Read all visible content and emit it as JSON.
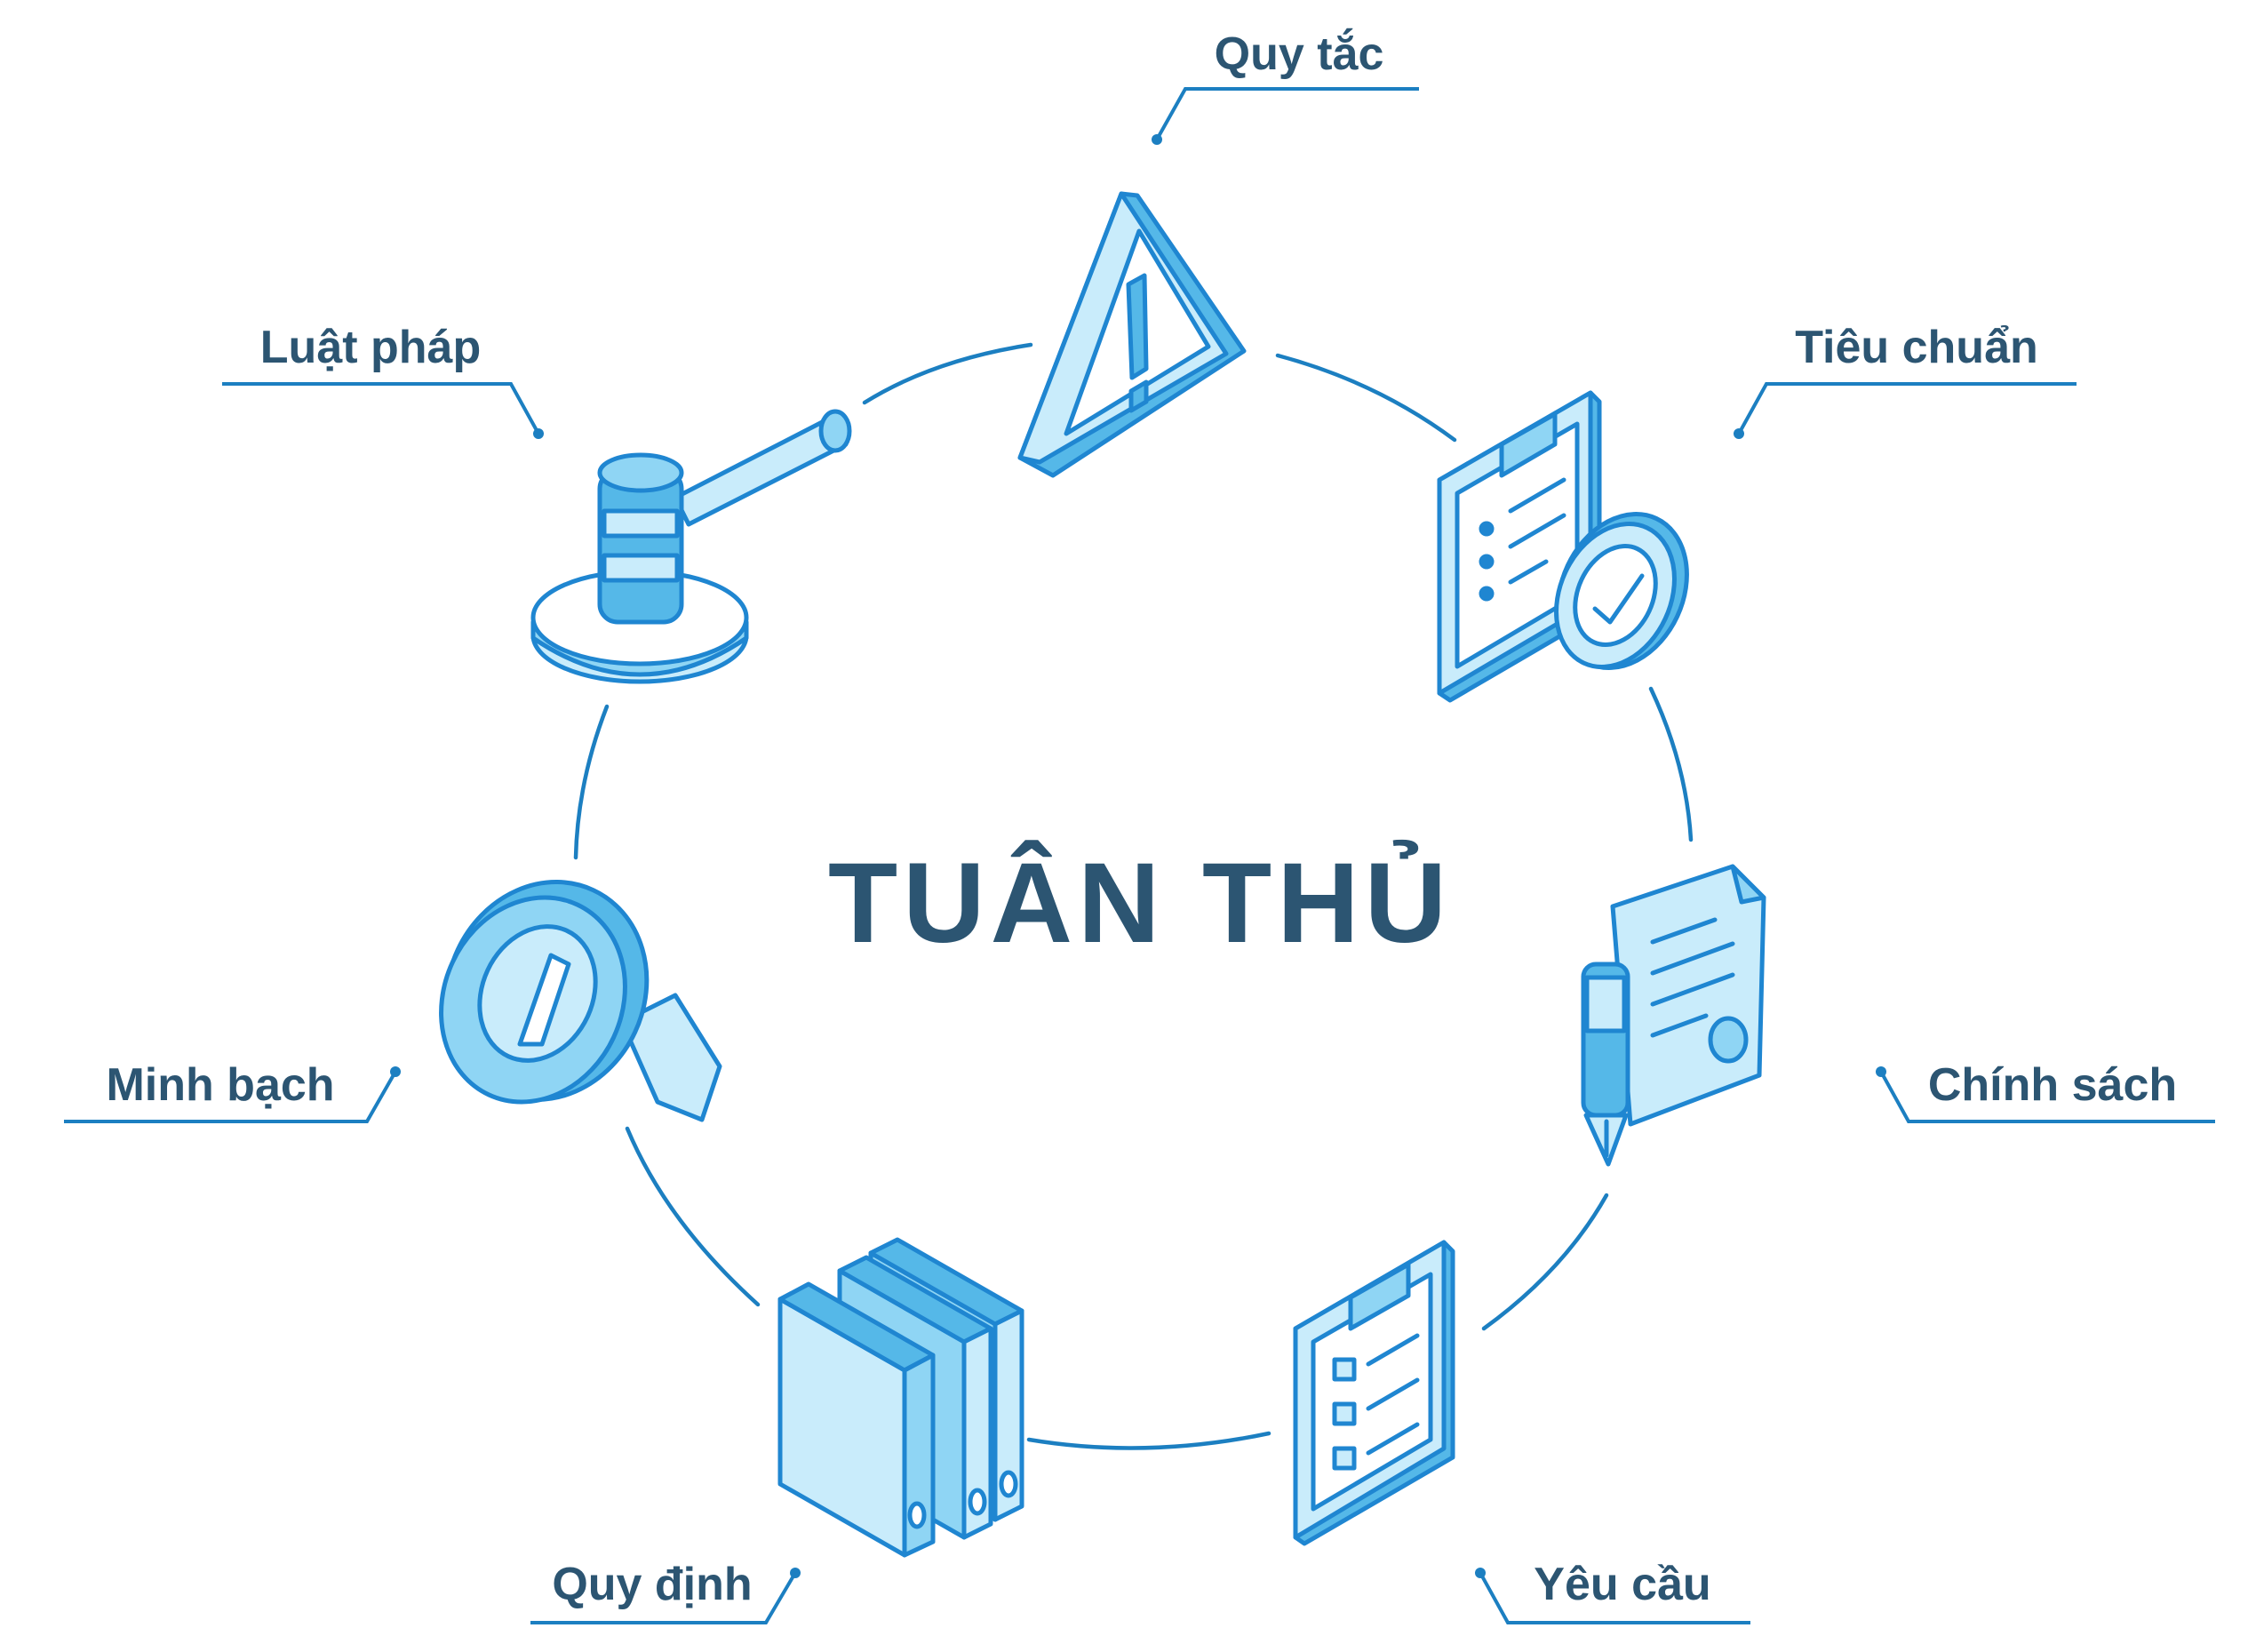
{
  "title": "TUÂN THỦ",
  "nodes": [
    {
      "key": "quy_tac",
      "label": "Quy tắc",
      "icon": "warning-triangle-icon"
    },
    {
      "key": "tieu_chuan",
      "label": "Tiêu chuẩn",
      "icon": "checklist-badge-icon"
    },
    {
      "key": "chinh_sach",
      "label": "Chính sách",
      "icon": "certificate-pen-icon"
    },
    {
      "key": "yeu_cau",
      "label": "Yêu cầu",
      "icon": "clipboard-checklist-icon"
    },
    {
      "key": "quy_dinh",
      "label": "Quy định",
      "icon": "binders-icon"
    },
    {
      "key": "minh_bach",
      "label": "Minh bạch",
      "icon": "magnifier-icon"
    },
    {
      "key": "luat_phap",
      "label": "Luật pháp",
      "icon": "gavel-icon"
    }
  ],
  "colors": {
    "text": "#2c5572",
    "line": "#1c7fc1",
    "icon_fill_light": "#c9ecfb",
    "icon_fill_mid": "#8fd5f4",
    "icon_fill_dark": "#55b8e8",
    "icon_stroke": "#1f86d1"
  }
}
